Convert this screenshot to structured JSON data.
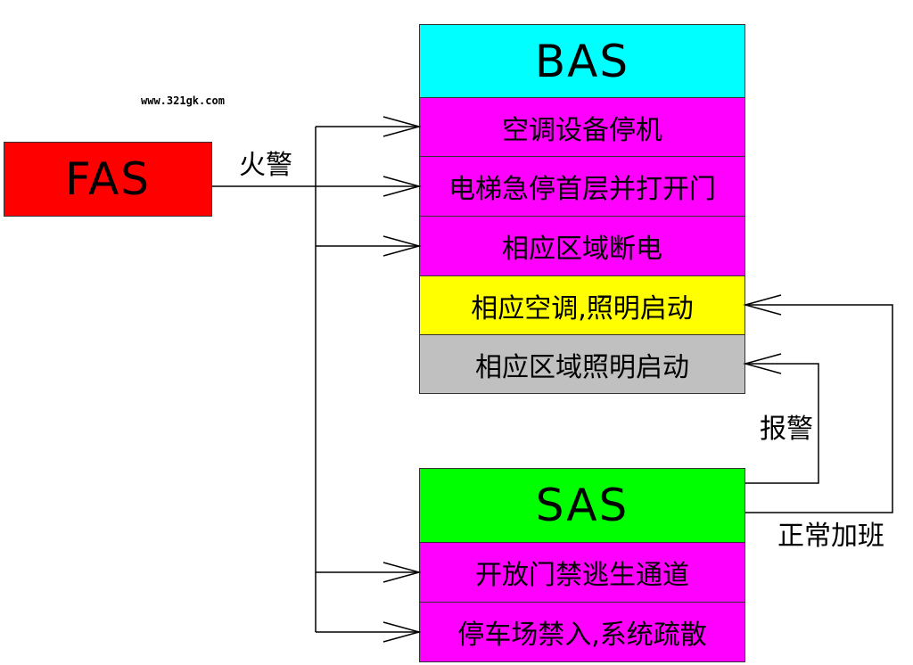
{
  "watermark": "www.321gk.com",
  "fas": {
    "label": "FAS",
    "color": "#ff0000"
  },
  "bas": {
    "label": "BAS",
    "color": "#00ffff",
    "items": [
      {
        "label": "空调设备停机",
        "color": "#ff00ff"
      },
      {
        "label": "电梯急停首层并打开门",
        "color": "#ff00ff"
      },
      {
        "label": "相应区域断电",
        "color": "#ff00ff"
      },
      {
        "label": "相应空调,照明启动",
        "color": "#ffff00"
      },
      {
        "label": "相应区域照明启动",
        "color": "#c0c0c0"
      }
    ]
  },
  "sas": {
    "label": "SAS",
    "color": "#00ff00",
    "items": [
      {
        "label": "开放门禁逃生通道",
        "color": "#ff00ff"
      },
      {
        "label": "停车场禁入,系统疏散",
        "color": "#ff00ff"
      }
    ]
  },
  "edge_labels": {
    "fire_alarm": "火警",
    "alarm": "报警",
    "overtime": "正常加班"
  }
}
